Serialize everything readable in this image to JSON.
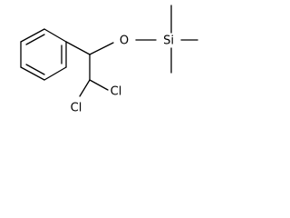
{
  "structure": {
    "atoms": {
      "oxygen": "O",
      "silicon": "Si",
      "chlorine_right": "Cl",
      "chlorine_bottom": "Cl"
    }
  },
  "colors": {
    "bond": "#000000",
    "text": "#000000",
    "background": "#ffffff"
  }
}
